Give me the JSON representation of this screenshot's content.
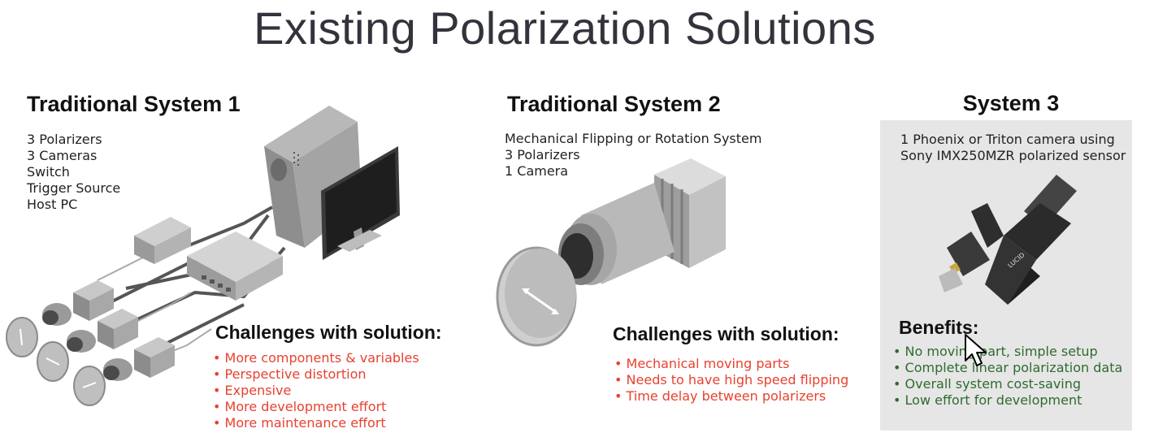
{
  "title": "Existing Polarization Solutions",
  "system1": {
    "heading": "Traditional System 1",
    "specs": [
      "3 Polarizers",
      "3 Cameras",
      "Switch",
      "Trigger Source",
      "Host PC"
    ],
    "challenges_title": "Challenges with solution:",
    "challenges": [
      "More components & variables",
      "Perspective distortion",
      "Expensive",
      "More development effort",
      "More maintenance effort"
    ]
  },
  "system2": {
    "heading": "Traditional System 2",
    "specs": [
      "Mechanical Flipping or Rotation System",
      "3 Polarizers",
      "1 Camera"
    ],
    "challenges_title": "Challenges with solution:",
    "challenges": [
      "Mechanical moving parts",
      "Needs to have high speed flipping",
      "Time delay between polarizers"
    ]
  },
  "system3": {
    "heading": "System 3",
    "specs": [
      "1 Phoenix or Triton camera using",
      "Sony IMX250MZR polarized sensor"
    ],
    "camera_brand": "LUCID",
    "benefits_title": "Benefits:",
    "benefits": [
      "No moving part, simple setup",
      "Complete linear polarization data",
      "Overall system cost-saving",
      "Low effort for development"
    ]
  },
  "colors": {
    "challenge_text": "#e8412f",
    "benefit_text": "#2f6b2f",
    "panel_bg": "#e6e6e6"
  },
  "icons": [
    "host-pc-icon",
    "monitor-icon",
    "switch-icon",
    "trigger-box-icon",
    "camera-icon",
    "polarizer-disc-icon",
    "rotation-camera-icon",
    "lucid-camera-icon",
    "mouse-cursor-icon"
  ]
}
